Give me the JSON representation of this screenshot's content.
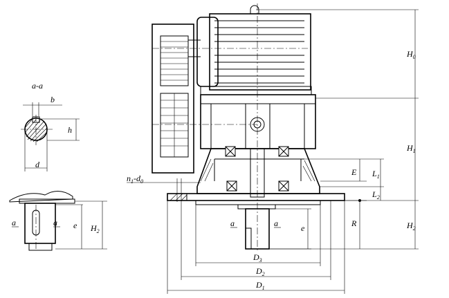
{
  "section_label": "a-a",
  "dimensions": {
    "b": "b",
    "h": "h",
    "d": "d",
    "H0": {
      "main": "H",
      "sub": "0"
    },
    "H1": {
      "main": "H",
      "sub": "1"
    },
    "H2": {
      "main": "H",
      "sub": "2"
    },
    "H2_shaft": {
      "main": "H",
      "sub": "2"
    },
    "e_shaft": "e",
    "e_main": "e",
    "E": "E",
    "L1": {
      "main": "L",
      "sub": "1"
    },
    "L2": {
      "main": "L",
      "sub": "2"
    },
    "R": "R",
    "D1": {
      "main": "D",
      "sub": "1"
    },
    "D2": {
      "main": "D",
      "sub": "2"
    },
    "D3": {
      "main": "D",
      "sub": "3"
    },
    "holes": {
      "n": "n",
      "n_sub": "1",
      "dash": "-",
      "d": "d",
      "d_sub": "0"
    }
  },
  "section_marks": {
    "shaft_left": "a",
    "shaft_right": "a",
    "main_left": "a",
    "main_right": "a"
  }
}
